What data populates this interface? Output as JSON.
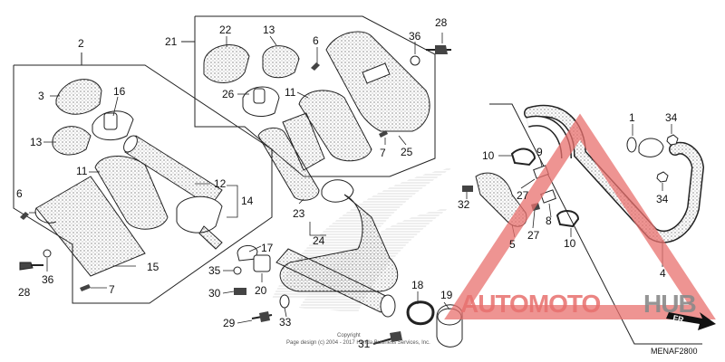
{
  "diagram_code": "MENAF2800",
  "copyright_lines": [
    "Copyright",
    "Page design (c) 2004 - 2017 Honda Business Services, Inc."
  ],
  "watermark": {
    "part1": "AUTOMOTO",
    "part2": "HUB",
    "color_accent": "#e8706e",
    "color_gray": "#8a8a8a"
  },
  "direction_label": "FR.",
  "labels": {
    "l1": "1",
    "l2": "2",
    "l3": "3",
    "l4": "4",
    "l5": "5",
    "l6a": "6",
    "l6b": "6",
    "l7a": "7",
    "l7b": "7",
    "l8": "8",
    "l9": "9",
    "l10a": "10",
    "l10b": "10",
    "l11a": "11",
    "l11b": "11",
    "l12": "12",
    "l13a": "13",
    "l13b": "13",
    "l14": "14",
    "l15": "15",
    "l16": "16",
    "l17": "17",
    "l18": "18",
    "l19": "19",
    "l20": "20",
    "l21": "21",
    "l22": "22",
    "l23": "23",
    "l24": "24",
    "l25": "25",
    "l26": "26",
    "l27a": "27",
    "l27b": "27",
    "l28a": "28",
    "l28b": "28",
    "l29": "29",
    "l30": "30",
    "l31": "31",
    "l32": "32",
    "l33": "33",
    "l34a": "34",
    "l34b": "34",
    "l35": "35",
    "l36a": "36",
    "l36b": "36"
  }
}
